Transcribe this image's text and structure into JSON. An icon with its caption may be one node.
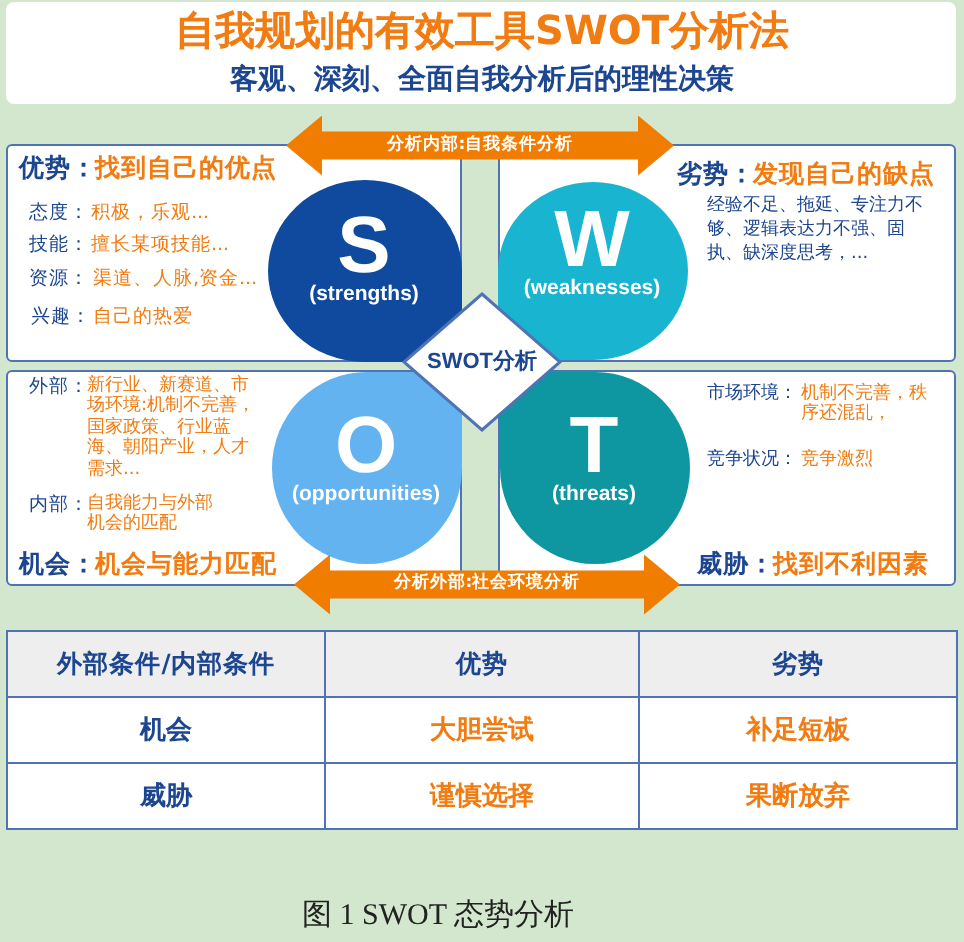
{
  "diagram": {
    "title": "自我规划的有效工具SWOT分析法",
    "nodes": [
      {
        "text": [
          "优势：",
          "找到自己的优点",
          "态度：",
          "积极，乐观...",
          "技能：",
          "擅长某项技能...",
          "资源：",
          "渠道、人脉,资金...",
          "兴趣：",
          "自己的热爱"
        ]
      },
      {
        "text": [
          "S",
          "(strengths)"
        ],
        "in": 0
      },
      {
        "text": [
          "劣势：",
          "发现自己的缺点",
          "经验不足、拖延、专注力不够、逻辑表达力不强、固执、缺深度思考，..."
        ]
      },
      {
        "text": [
          "W",
          "(weaknesses)"
        ],
        "in": 2
      },
      {
        "text": [
          "SWOT分析"
        ]
      },
      {
        "text": [
          "外部：",
          "新行业、新赛道、市场环境:机制不完善，国家政策、行业蓝海、朝阳产业，人才需求...",
          "内部：",
          "自我能力与外部机会的匹配",
          "机会：",
          "机会与能力匹配"
        ]
      },
      {
        "text": [
          "O",
          "(opportunities)"
        ],
        "in": 5
      },
      {
        "text": [
          "市场环境：",
          "机制不完善，秩序还混乱，",
          "竞争状况：",
          "竞争激烈",
          "威胁：",
          "找到不利因素"
        ]
      },
      {
        "text": [
          "T",
          "(threats)"
        ],
        "in": 7
      }
    ],
    "edges": [
      {
        "from": 0,
        "to": 2,
        "arrow": "both",
        "label": "分析内部:自我条件分析"
      },
      {
        "from": 5,
        "to": 7,
        "arrow": "both",
        "label": "分析外部:社会环境分析"
      }
    ],
    "labels": [
      "客观、深刻、全面自我分析后的理性决策",
      "外部条件/内部条件",
      "优势",
      "劣势",
      "机会",
      "大胆尝试",
      "补足短板",
      "威胁",
      "谨慎选择",
      "果断放弃"
    ],
    "caption": "图 1 SWOT 态势分析"
  }
}
